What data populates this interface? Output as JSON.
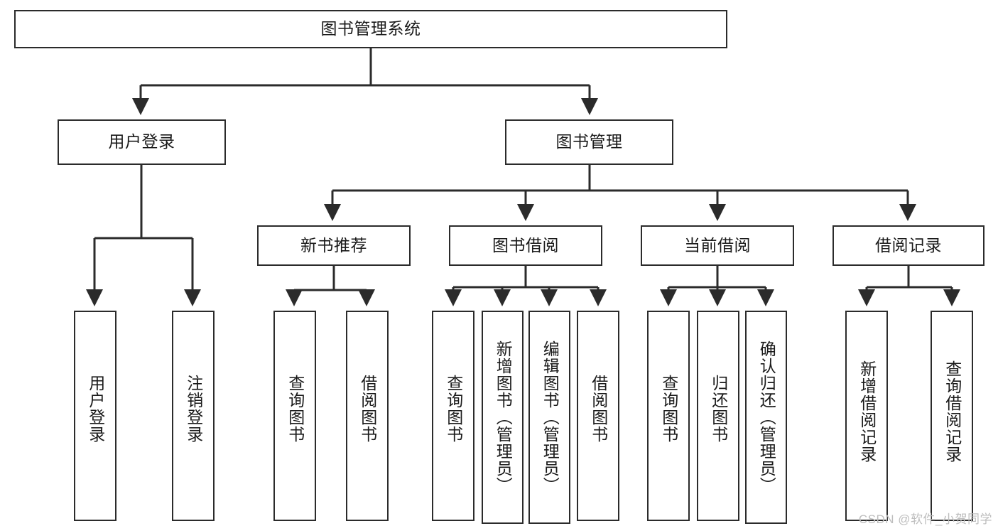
{
  "diagram": {
    "title": "图书管理系统",
    "type": "tree",
    "root": {
      "label": "图书管理系统"
    },
    "level2": [
      {
        "label": "用户登录"
      },
      {
        "label": "图书管理"
      }
    ],
    "level3": [
      {
        "label": "新书推荐"
      },
      {
        "label": "图书借阅"
      },
      {
        "label": "当前借阅"
      },
      {
        "label": "借阅记录"
      }
    ],
    "leaves": [
      {
        "label": "用户登录",
        "parent": "用户登录"
      },
      {
        "label": "注销登录",
        "parent": "用户登录"
      },
      {
        "label": "查询图书",
        "parent": "新书推荐"
      },
      {
        "label": "借阅图书",
        "parent": "新书推荐"
      },
      {
        "label": "查询图书",
        "parent": "图书借阅"
      },
      {
        "label": "新增图书（管理员）",
        "parent": "图书借阅"
      },
      {
        "label": "编辑图书（管理员）",
        "parent": "图书借阅"
      },
      {
        "label": "借阅图书",
        "parent": "图书借阅"
      },
      {
        "label": "查询图书",
        "parent": "当前借阅"
      },
      {
        "label": "归还图书",
        "parent": "当前借阅"
      },
      {
        "label": "确认归还（管理员）",
        "parent": "当前借阅"
      },
      {
        "label": "新增借阅记录",
        "parent": "借阅记录"
      },
      {
        "label": "查询借阅记录",
        "parent": "借阅记录"
      }
    ]
  },
  "watermark": {
    "text": "CSDN @软件_小贺同学"
  },
  "colors": {
    "stroke": "#2b2b2b",
    "background": "#ffffff",
    "text": "#1a1a1a",
    "watermark": "#bdbdbd"
  }
}
